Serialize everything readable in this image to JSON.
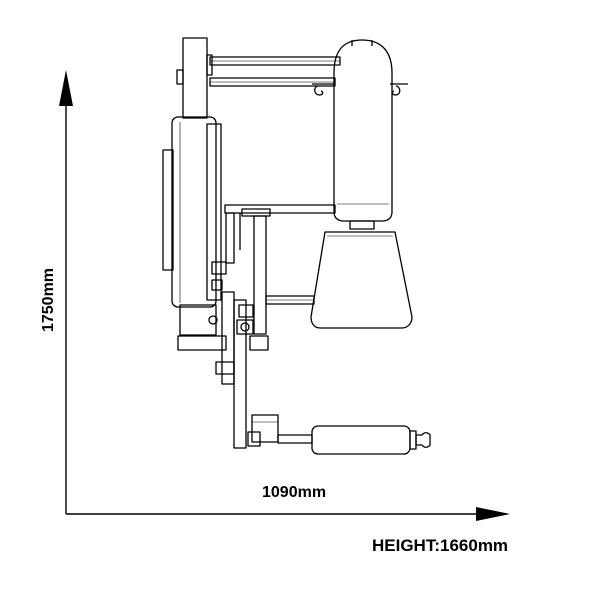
{
  "dimensions": {
    "width_label": "1090mm",
    "depth_label": "1750mm",
    "height_label": "HEIGHT:1660mm"
  },
  "colors": {
    "line": "#000000",
    "background": "#ffffff"
  }
}
